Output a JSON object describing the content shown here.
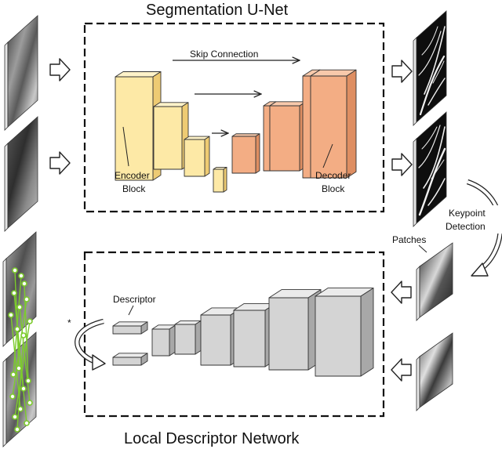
{
  "title_top": "Segmentation U-Net",
  "title_bottom": "Local Descriptor Network",
  "labels": {
    "skip_connection": "Skip Connection",
    "encoder_line1": "Encoder",
    "encoder_line2": "Block",
    "decoder_line1": "Decoder",
    "decoder_line2": "Block",
    "keypoint_line1": "Keypoint",
    "keypoint_line2": "Detection",
    "patches": "Patches",
    "descriptor": "Descriptor",
    "asterisk": "*"
  },
  "colors": {
    "encoder_front": "#fde9a6",
    "encoder_side": "#eecb73",
    "encoder_top": "#fff3c9",
    "decoder_front": "#f3ad84",
    "decoder_side": "#de8e62",
    "decoder_top": "#f8c9ab",
    "descriptor_front": "#d4d4d4",
    "descriptor_side": "#a8a8a8",
    "descriptor_top": "#ebebeb",
    "keypoint_lines": "#7ccb2c"
  }
}
